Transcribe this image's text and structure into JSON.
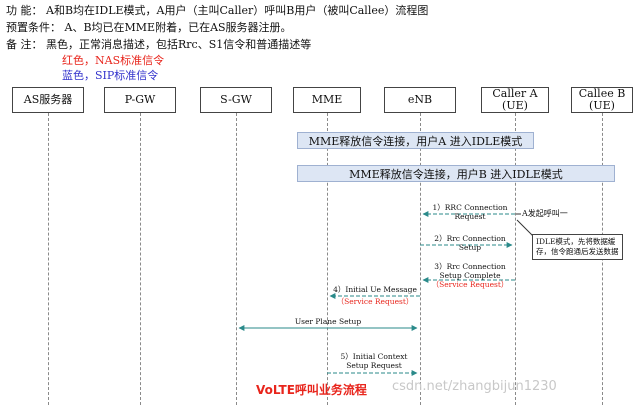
{
  "header": {
    "line1_label": "功  能",
    "line1_text": "A和B均在IDLE模式，A用户（主叫Caller）呼叫B用户（被叫Callee）流程图",
    "line2_label": "预置条件",
    "line2_text": "A、B均已在MME附着，已在AS服务器注册。",
    "line3_label": "备  注",
    "line3_text": "黑色，正常消息描述，包括Rrc、S1信令和普通描述等",
    "legend_red": "红色，NAS标准信令",
    "legend_blue": "蓝色，SIP标准信令",
    "colors": {
      "red": "#e8251c",
      "blue": "#3333cc",
      "band": "#dde6f4"
    }
  },
  "entities": [
    {
      "name": "as-server",
      "label": "AS服务器"
    },
    {
      "name": "pgw",
      "label": "P-GW"
    },
    {
      "name": "sgw",
      "label": "S-GW"
    },
    {
      "name": "mme",
      "label": "MME"
    },
    {
      "name": "enb",
      "label": "eNB"
    },
    {
      "name": "caller-a",
      "label": "Caller A\n(UE)"
    },
    {
      "name": "callee-b",
      "label": "Callee B\n(UE)"
    }
  ],
  "bands": [
    {
      "label": "MME释放信令连接，用户A 进入IDLE模式"
    },
    {
      "label": "MME释放信令连接，用户B 进入IDLE模式"
    }
  ],
  "messages": [
    {
      "line1": "1）RRC Connection",
      "line2": "Request",
      "nas": ""
    },
    {
      "line1": "2）Rrc Connection",
      "line2": "Setup",
      "nas": ""
    },
    {
      "line1": "3）Rrc Connection",
      "line2": "Setup Complete",
      "nas": "（Service Request）"
    },
    {
      "line1": "4）Initial Ue Message",
      "line2": "",
      "nas": "（Service Request）"
    },
    {
      "line1": "User Plane Setup",
      "line2": "",
      "nas": ""
    },
    {
      "line1": "5）Initial Context",
      "line2": "Setup Request",
      "nas": ""
    }
  ],
  "notes": {
    "call_initiate": "A发起呼叫一",
    "idle_line1": "IDLE模式，先将数据缓",
    "idle_line2": "存，信令跑通后发送数据"
  },
  "caption": "VoLTE呼叫业务流程",
  "watermark": "csdn.net/zhangbijun1230"
}
